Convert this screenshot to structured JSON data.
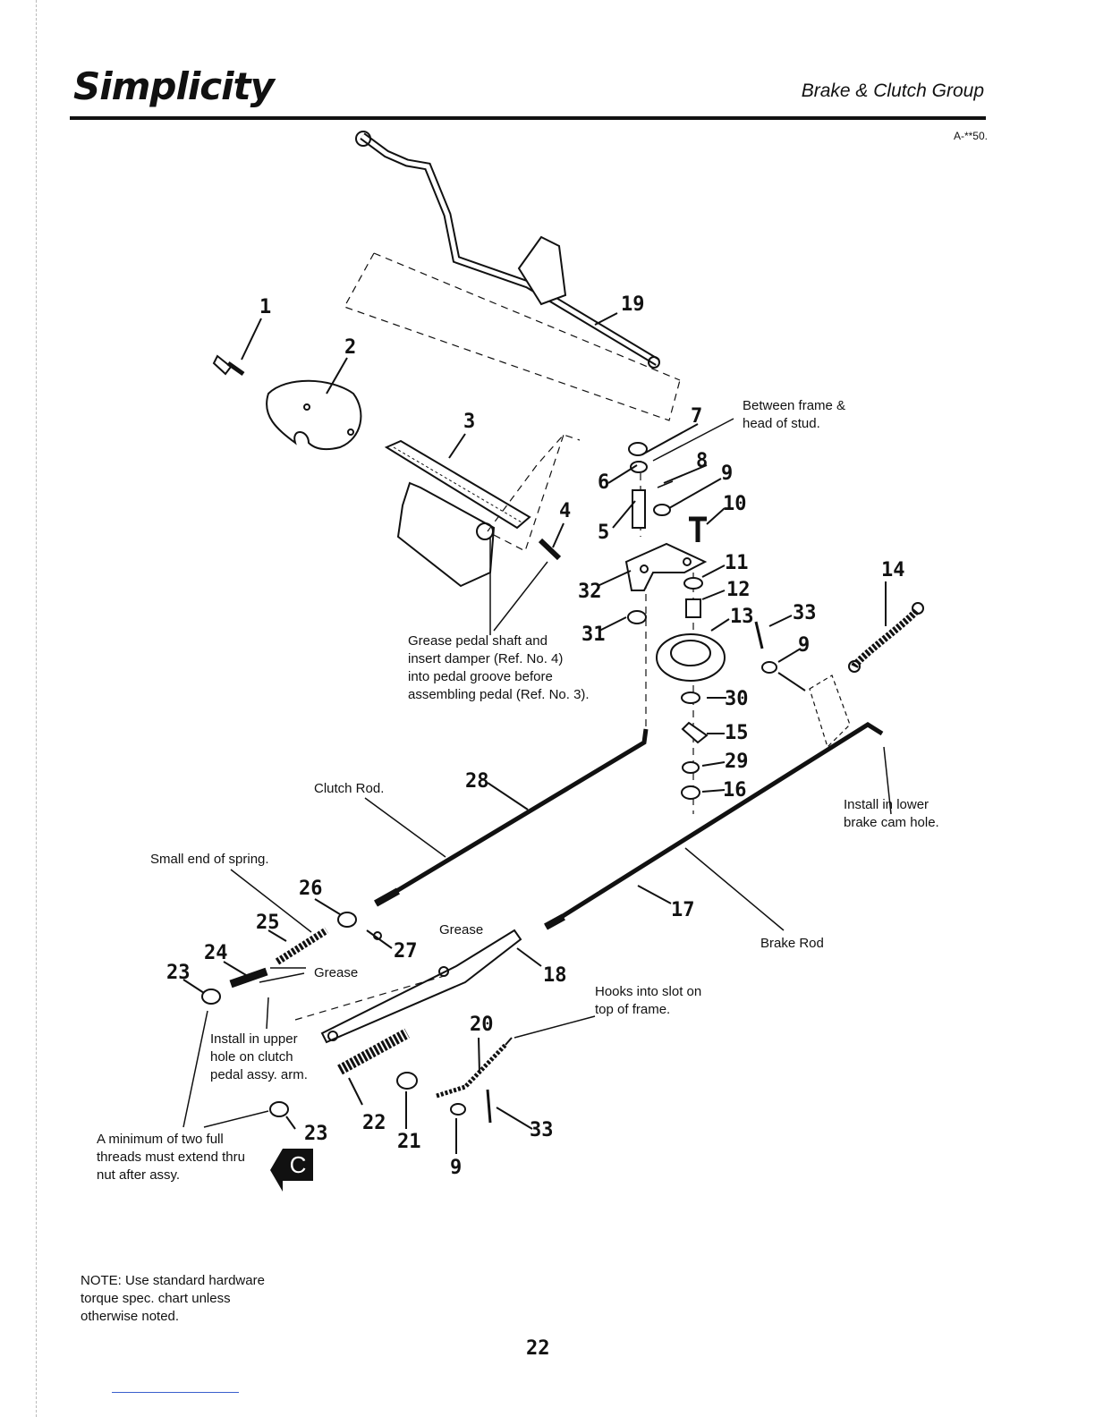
{
  "header": {
    "brand": "Simplicity",
    "section_title": "Brake & Clutch Group",
    "drawing_code": "A-**50."
  },
  "parts": [
    {
      "ref": "1"
    },
    {
      "ref": "2"
    },
    {
      "ref": "3"
    },
    {
      "ref": "4"
    },
    {
      "ref": "5"
    },
    {
      "ref": "6"
    },
    {
      "ref": "7"
    },
    {
      "ref": "8"
    },
    {
      "ref": "9"
    },
    {
      "ref": "10"
    },
    {
      "ref": "11"
    },
    {
      "ref": "12"
    },
    {
      "ref": "13"
    },
    {
      "ref": "14"
    },
    {
      "ref": "15"
    },
    {
      "ref": "16"
    },
    {
      "ref": "17"
    },
    {
      "ref": "18"
    },
    {
      "ref": "19"
    },
    {
      "ref": "20"
    },
    {
      "ref": "21"
    },
    {
      "ref": "22"
    },
    {
      "ref": "23"
    },
    {
      "ref": "24"
    },
    {
      "ref": "25"
    },
    {
      "ref": "26"
    },
    {
      "ref": "27"
    },
    {
      "ref": "28"
    },
    {
      "ref": "29"
    },
    {
      "ref": "30"
    },
    {
      "ref": "31"
    },
    {
      "ref": "32"
    },
    {
      "ref": "33"
    },
    {
      "ref": "9"
    },
    {
      "ref": "9"
    },
    {
      "ref": "23"
    },
    {
      "ref": "33"
    }
  ],
  "callouts": {
    "between_frame": "Between frame &\nhead of stud.",
    "grease_pedal": "Grease pedal shaft and\ninsert damper (Ref. No. 4)\ninto pedal groove before\nassembling pedal (Ref. No. 3).",
    "clutch_rod": "Clutch Rod.",
    "small_end_spring": "Small end of spring.",
    "grease_1": "Grease",
    "grease_2": "Grease",
    "install_upper": "Install in upper\nhole on clutch\npedal assy. arm.",
    "min_threads": "A minimum of two full\nthreads must extend thru\nnut after assy.",
    "install_lower": "Install in lower\nbrake cam hole.",
    "brake_rod": "Brake Rod",
    "hooks_slot": "Hooks into slot on\ntop of frame."
  },
  "section_tab": "C",
  "footer": {
    "note": "NOTE: Use standard hardware\ntorque spec. chart unless\notherwise noted.",
    "page_number": "22"
  }
}
